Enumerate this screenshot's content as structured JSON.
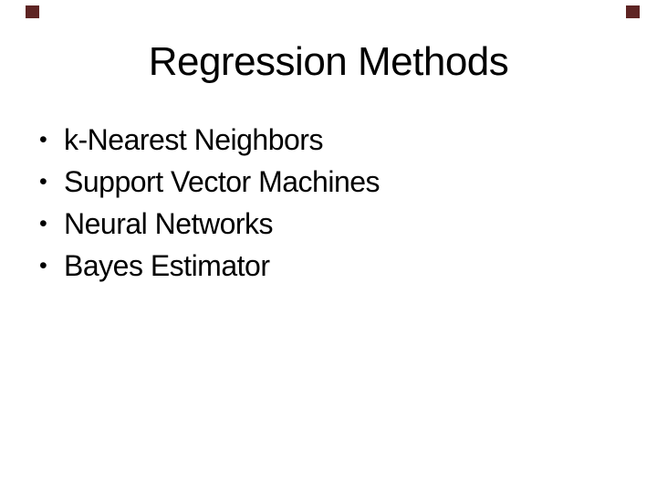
{
  "slide": {
    "title": "Regression Methods",
    "bullet_glyph": "•",
    "bullets": [
      {
        "label": "k-Nearest Neighbors"
      },
      {
        "label": "Support Vector Machines"
      },
      {
        "label": "Neural Networks"
      },
      {
        "label": "Bayes Estimator"
      }
    ],
    "colors": {
      "background": "#ffffff",
      "text": "#000000",
      "corner_square": "#5E2423"
    },
    "decorations": {
      "corner_squares": [
        "top-left",
        "top-right"
      ]
    }
  }
}
